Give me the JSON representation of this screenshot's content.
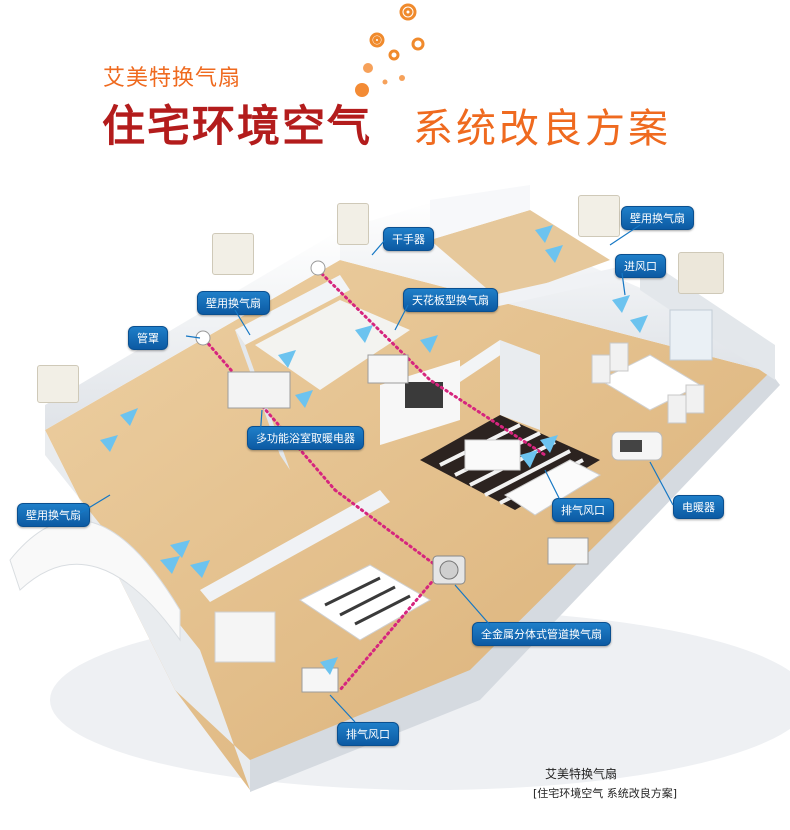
{
  "header": {
    "brand": "艾美特换气扇",
    "title_left": "住宅环境空气",
    "title_right": "系统改良方案"
  },
  "callouts": {
    "wall_fan_top_right": "壁用换气扇",
    "air_inlet": "进风口",
    "dryer": "干手器",
    "ceiling_fan": "天花板型换气扇",
    "wall_fan_mid": "壁用换气扇",
    "duct_cover": "管罩",
    "bath_heater": "多功能浴室取暖电器",
    "wall_fan_left": "壁用换气扇",
    "exhaust_living": "排气风口",
    "electric_heater": "电暖器",
    "duct_fan": "全金属分体式管道换气扇",
    "exhaust_bedroom": "排气风口"
  },
  "footer": {
    "brand": "艾美特换气扇",
    "slogan": "[住宅环境空气  系统改良方案]"
  },
  "colors": {
    "brand_orange": "#ef6a1f",
    "title_red": "#b31c1c",
    "callout_blue": "#1577c4",
    "duct_pink": "#d6257e",
    "floor_wood": "#e7c494",
    "wall_white": "#f4f5f7"
  }
}
